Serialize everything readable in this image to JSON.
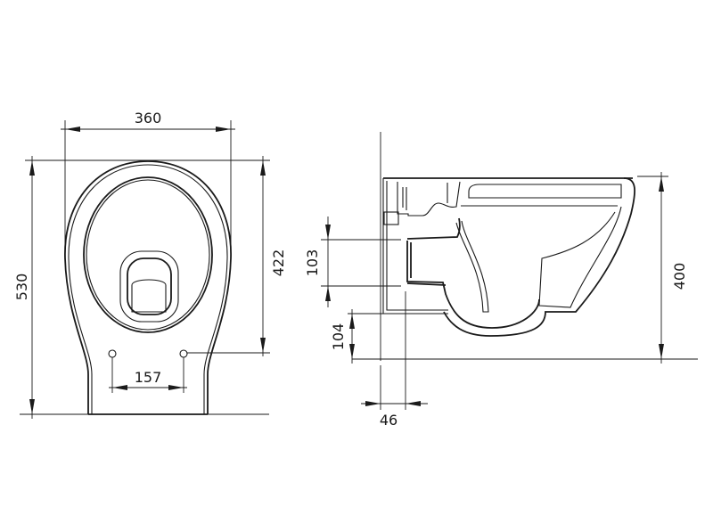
{
  "title": "Wall-hung toilet dimension drawing",
  "front_view": {
    "width_label": "360",
    "height_label": "530",
    "fixing_height_label": "422",
    "fixing_spacing_label": "157"
  },
  "side_view": {
    "depth_label": "400",
    "outlet_label": "103",
    "outlet_height_label": "104",
    "wall_offset_label": "46"
  },
  "colors": {
    "line": "#1a1a1a",
    "background": "#ffffff"
  }
}
